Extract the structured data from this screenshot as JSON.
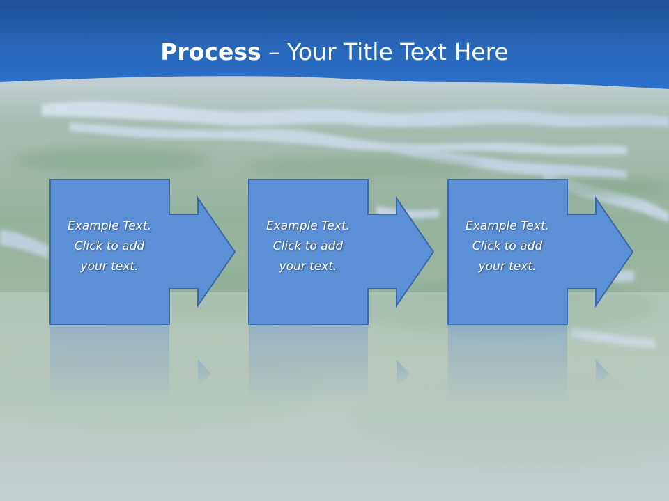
{
  "slide": {
    "title_bold": "Process",
    "title_rest": " – Your Title Text Here"
  },
  "steps": [
    {
      "lines": [
        "Example Text.",
        "Click  to add",
        "your text."
      ]
    },
    {
      "lines": [
        "Example Text.",
        "Click  to add",
        "your text."
      ]
    },
    {
      "lines": [
        "Example Text.",
        "Click  to add",
        "your text."
      ]
    }
  ],
  "colors": {
    "header_blue": "#2a6cc4",
    "header_dark": "#1f4f95",
    "shape_fill": "#5b8fd6",
    "shape_stroke": "#3d68a8",
    "marsh_green": "#8faf99",
    "sky_mist": "#b9c8d8"
  }
}
